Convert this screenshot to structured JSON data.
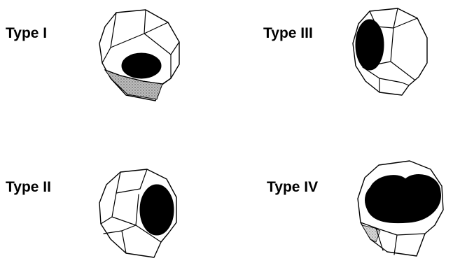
{
  "diagrams": [
    {
      "label": "Type I",
      "defect_color": "#000000",
      "shading_color": "#8c8c8c"
    },
    {
      "label": "Type II",
      "defect_color": "#000000"
    },
    {
      "label": "Type III",
      "defect_color": "#000000"
    },
    {
      "label": "Type IV",
      "defect_color": "#000000",
      "shading_color": "#9a9a9a"
    }
  ]
}
